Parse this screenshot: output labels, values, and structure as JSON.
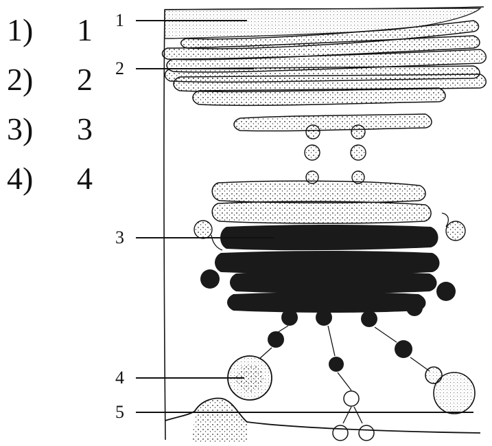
{
  "options": [
    {
      "number": "1)",
      "answer": "1"
    },
    {
      "number": "2)",
      "answer": "2"
    },
    {
      "number": "3)",
      "answer": "3"
    },
    {
      "number": "4)",
      "answer": "4"
    }
  ],
  "diagram": {
    "labels": [
      "1",
      "2",
      "3",
      "4",
      "5"
    ]
  },
  "colors": {
    "ink": "#111111",
    "dense": "#1a1a1a",
    "paper": "#ffffff"
  }
}
